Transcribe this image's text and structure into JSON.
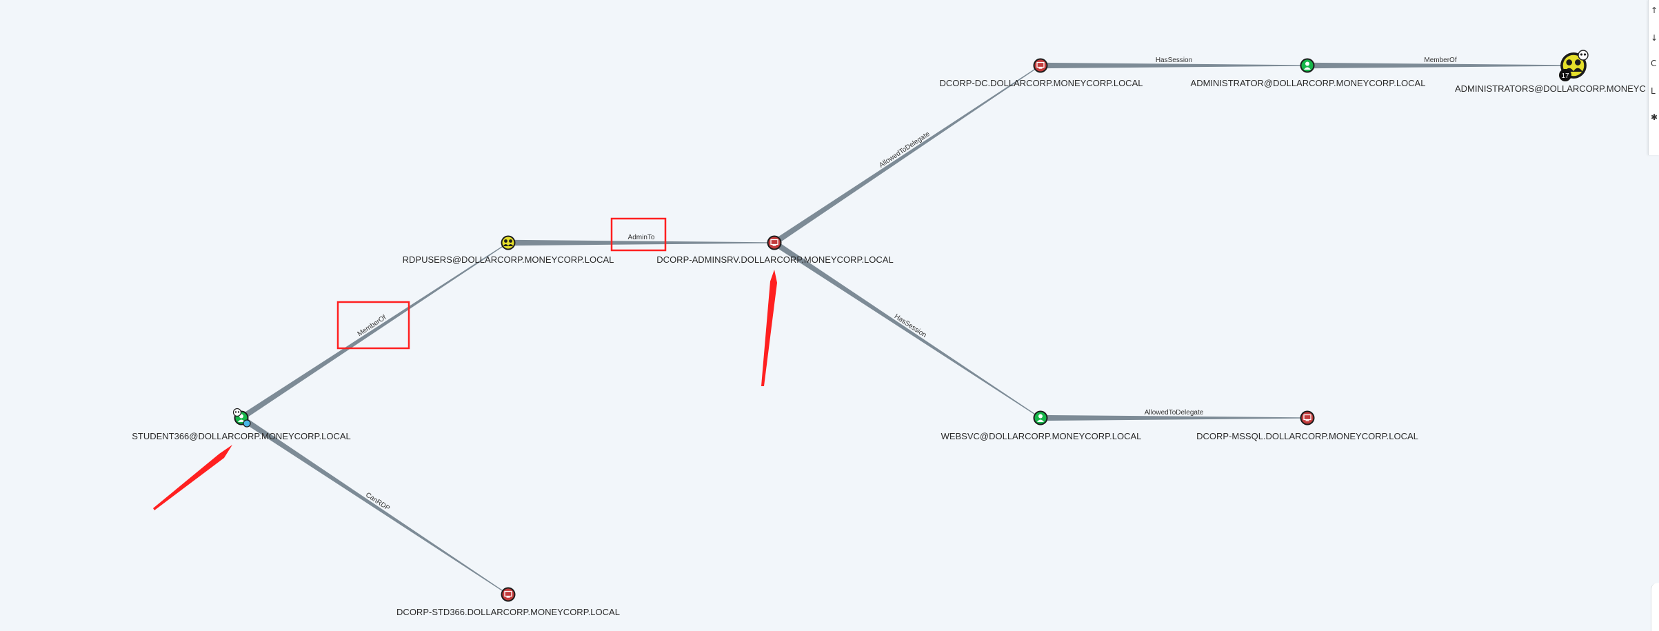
{
  "colors": {
    "background": "#f2f6fa",
    "edge": "#7d8b96",
    "computer_node": "#c23b3b",
    "user_node": "#17b64a",
    "group_node": "#e5df2a",
    "annotation": "#ff2020"
  },
  "graph": {
    "nodes": [
      {
        "id": "student366",
        "label": "STUDENT366@DOLLARCORP.MONEYCORP.LOCAL",
        "kind": "user",
        "icon": "user-icon"
      },
      {
        "id": "rdpusers",
        "label": "RDPUSERS@DOLLARCORP.MONEYCORP.LOCAL",
        "kind": "group",
        "icon": "group-icon"
      },
      {
        "id": "adminsrv",
        "label": "DCORP-ADMINSRV.DOLLARCORP.MONEYCORP.LOCAL",
        "kind": "computer",
        "icon": "computer-icon"
      },
      {
        "id": "dc",
        "label": "DCORP-DC.DOLLARCORP.MONEYCORP.LOCAL",
        "kind": "computer",
        "icon": "computer-icon"
      },
      {
        "id": "administrator",
        "label": "ADMINISTRATOR@DOLLARCORP.MONEYCORP.LOCAL",
        "kind": "user",
        "icon": "user-icon"
      },
      {
        "id": "administrators",
        "label": "ADMINISTRATORS@DOLLARCORP.MONEYC",
        "kind": "group",
        "icon": "group-icon",
        "badge": "17"
      },
      {
        "id": "websvc",
        "label": "WEBSVC@DOLLARCORP.MONEYCORP.LOCAL",
        "kind": "user",
        "icon": "user-icon"
      },
      {
        "id": "mssql",
        "label": "DCORP-MSSQL.DOLLARCORP.MONEYCORP.LOCAL",
        "kind": "computer",
        "icon": "computer-icon"
      },
      {
        "id": "std366",
        "label": "DCORP-STD366.DOLLARCORP.MONEYCORP.LOCAL",
        "kind": "computer",
        "icon": "computer-icon"
      }
    ],
    "edges": [
      {
        "from": "student366",
        "to": "rdpusers",
        "label": "MemberOf"
      },
      {
        "from": "rdpusers",
        "to": "adminsrv",
        "label": "AdminTo"
      },
      {
        "from": "adminsrv",
        "to": "dc",
        "label": "AllowedToDelegate"
      },
      {
        "from": "dc",
        "to": "administrator",
        "label": "HasSession"
      },
      {
        "from": "administrator",
        "to": "administrators",
        "label": "MemberOf"
      },
      {
        "from": "adminsrv",
        "to": "websvc",
        "label": "HasSession"
      },
      {
        "from": "websvc",
        "to": "mssql",
        "label": "AllowedToDelegate"
      },
      {
        "from": "student366",
        "to": "std366",
        "label": "CanRDP"
      }
    ]
  },
  "toolbar": {
    "icons": [
      "arrow-icon",
      "arrow-icon",
      "circle-icon",
      "layout-icon",
      "star-icon"
    ],
    "glyphs": [
      "↑",
      "↓",
      "C",
      "L",
      "✱"
    ]
  }
}
